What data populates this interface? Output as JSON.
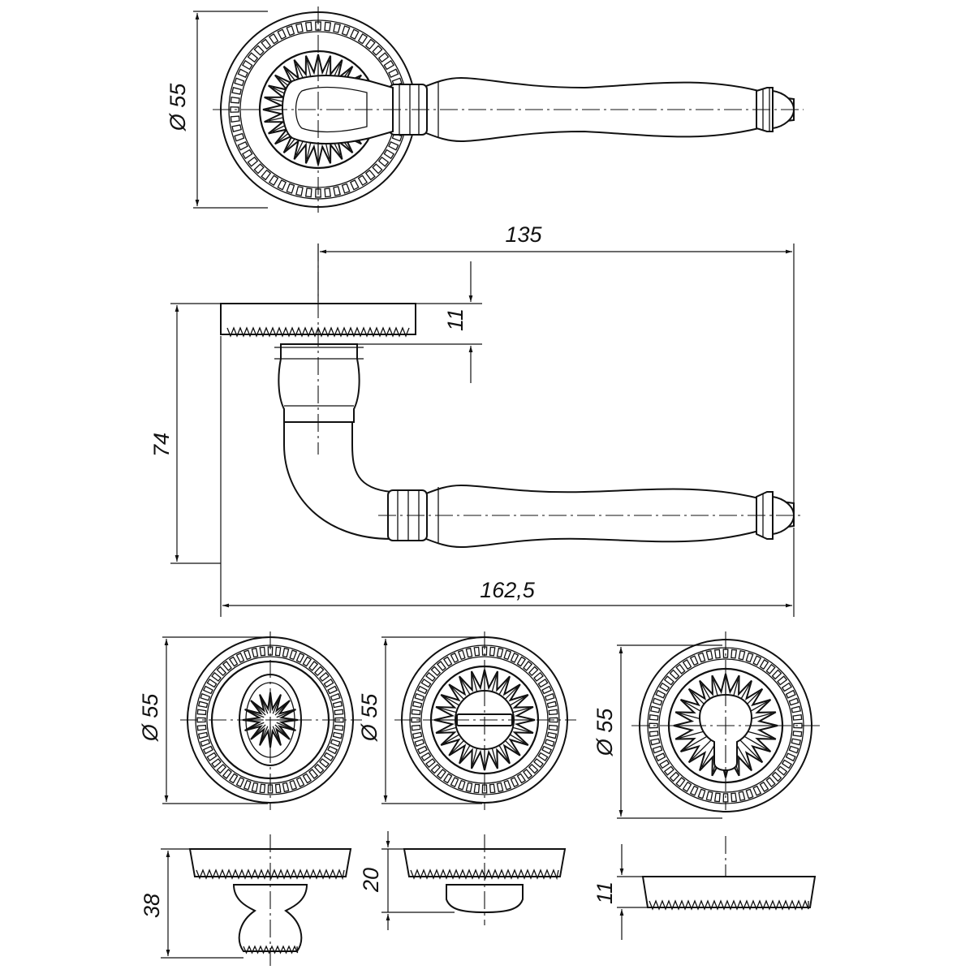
{
  "dimensions": {
    "top_rose_diameter": "Ø 55",
    "lever_length_from_axis": "135",
    "rose_thickness": "11",
    "lever_height": "74",
    "overall_length": "162,5",
    "wc_rose_diameter": "Ø 55",
    "turn_knob_rose_diameter": "Ø 55",
    "cylinder_rose_diameter": "Ø 55",
    "wc_knob_height": "38",
    "turn_knob_height": "20",
    "cylinder_rose_height": "11"
  }
}
